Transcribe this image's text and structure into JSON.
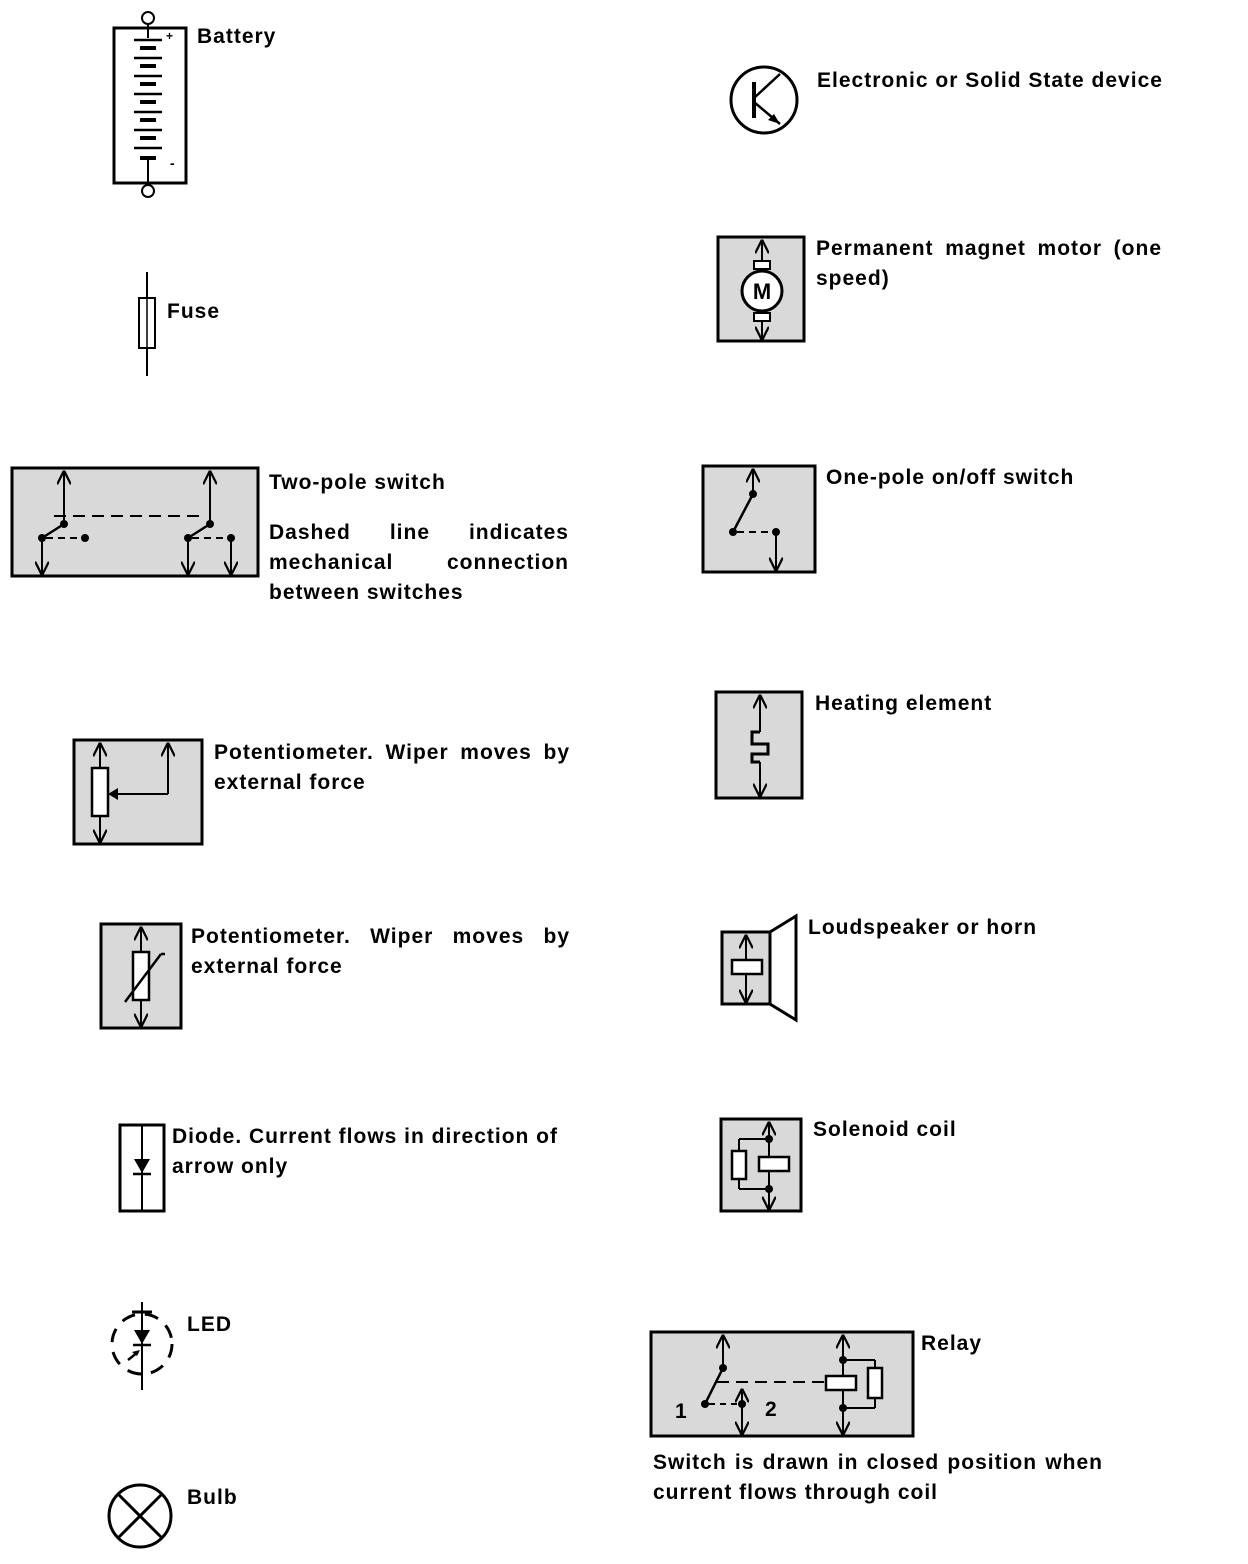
{
  "symbols": {
    "battery": {
      "label": "Battery",
      "plus": "+",
      "minus": "-"
    },
    "fuse": {
      "label": "Fuse"
    },
    "two_pole_switch": {
      "label": "Two-pole switch",
      "description": "Dashed line indicates mechanical connection between switches"
    },
    "potentiometer_a": {
      "label": "Potentiometer. Wiper moves by external force"
    },
    "potentiometer_b": {
      "label": "Potentiometer. Wiper moves by external force"
    },
    "diode": {
      "label": "Diode. Current flows in direction of arrow only"
    },
    "led": {
      "label": "LED"
    },
    "bulb": {
      "label": "Bulb"
    },
    "electronic_device": {
      "label": "Electronic or Solid State device"
    },
    "pm_motor": {
      "label": "Permanent magnet motor (one speed)",
      "letter": "M"
    },
    "one_pole_switch": {
      "label": "One-pole on/off switch"
    },
    "heating_element": {
      "label": "Heating element"
    },
    "loudspeaker": {
      "label": "Loudspeaker or horn"
    },
    "solenoid_coil": {
      "label": "Solenoid coil"
    },
    "relay": {
      "label": "Relay",
      "terminal_1": "1",
      "terminal_2": "2",
      "description": "Switch is drawn in closed position when current flows through coil"
    }
  },
  "colors": {
    "ink": "#000000",
    "panel_fill": "#d9d9d9",
    "background": "#ffffff"
  }
}
